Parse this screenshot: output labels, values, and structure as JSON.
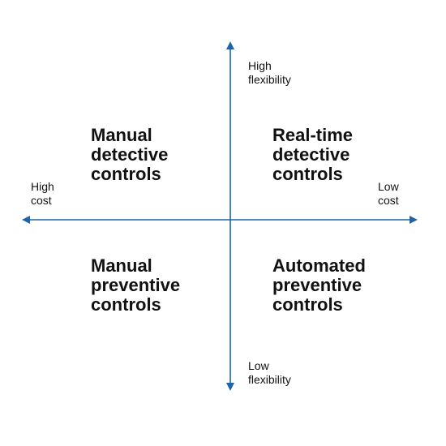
{
  "axes": {
    "color": "#1f63a8",
    "top_label": [
      "High",
      "flexibility"
    ],
    "bottom_label": [
      "Low",
      "flexibility"
    ],
    "left_label": [
      "High",
      "cost"
    ],
    "right_label": [
      "Low",
      "cost"
    ]
  },
  "quadrants": {
    "top_left": [
      "Manual",
      "detective",
      "controls"
    ],
    "top_right": [
      "Real-time",
      "detective",
      "controls"
    ],
    "bottom_left": [
      "Manual",
      "preventive",
      "controls"
    ],
    "bottom_right": [
      "Automated",
      "preventive",
      "controls"
    ]
  }
}
